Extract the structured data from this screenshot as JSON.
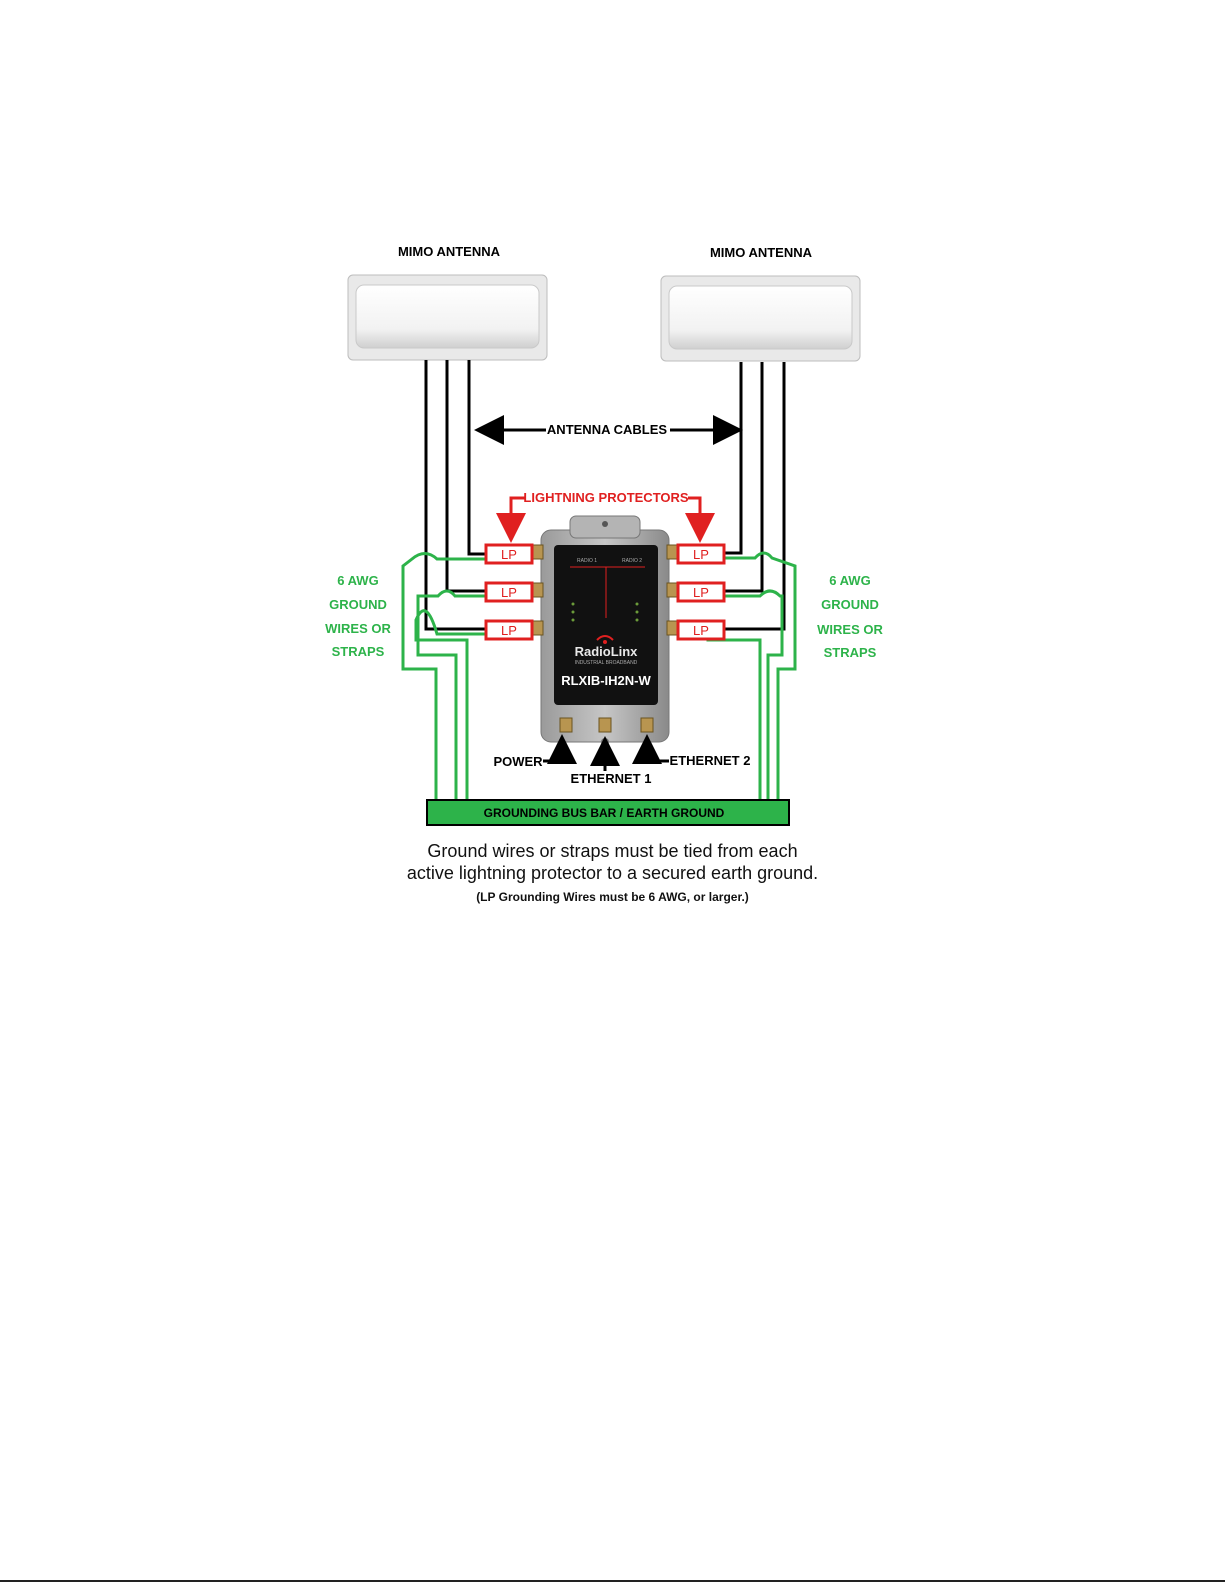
{
  "labels": {
    "antenna_left": "MIMO ANTENNA",
    "antenna_right": "MIMO ANTENNA",
    "antenna_cables": "ANTENNA CABLES",
    "lightning_protectors": "LIGHTNING PROTECTORS",
    "lp": "LP",
    "ground_left": [
      "6 AWG",
      "GROUND",
      "WIRES OR",
      "STRAPS"
    ],
    "ground_right": [
      "6 AWG",
      "GROUND",
      "WIRES OR",
      "STRAPS"
    ],
    "power": "POWER",
    "ethernet1": "ETHERNET 1",
    "ethernet2": "ETHERNET 2",
    "bus_bar": "GROUNDING BUS BAR / EARTH GROUND"
  },
  "device": {
    "brand": "RadioLinx",
    "tagline": "INDUSTRIAL BROADBAND",
    "model": "RLXIB-IH2N-W",
    "radio1": "RADIO 1",
    "radio2": "RADIO 2"
  },
  "caption": {
    "line1": "Ground wires or straps must be tied from each",
    "line2": "active lightning protector to a secured earth ground.",
    "note": "(LP Grounding Wires must be 6 AWG, or larger.)"
  },
  "colors": {
    "cable": "#000000",
    "ground_wire": "#2db34a",
    "lightning_red": "#e02020",
    "bus_bar": "#2db34a"
  }
}
